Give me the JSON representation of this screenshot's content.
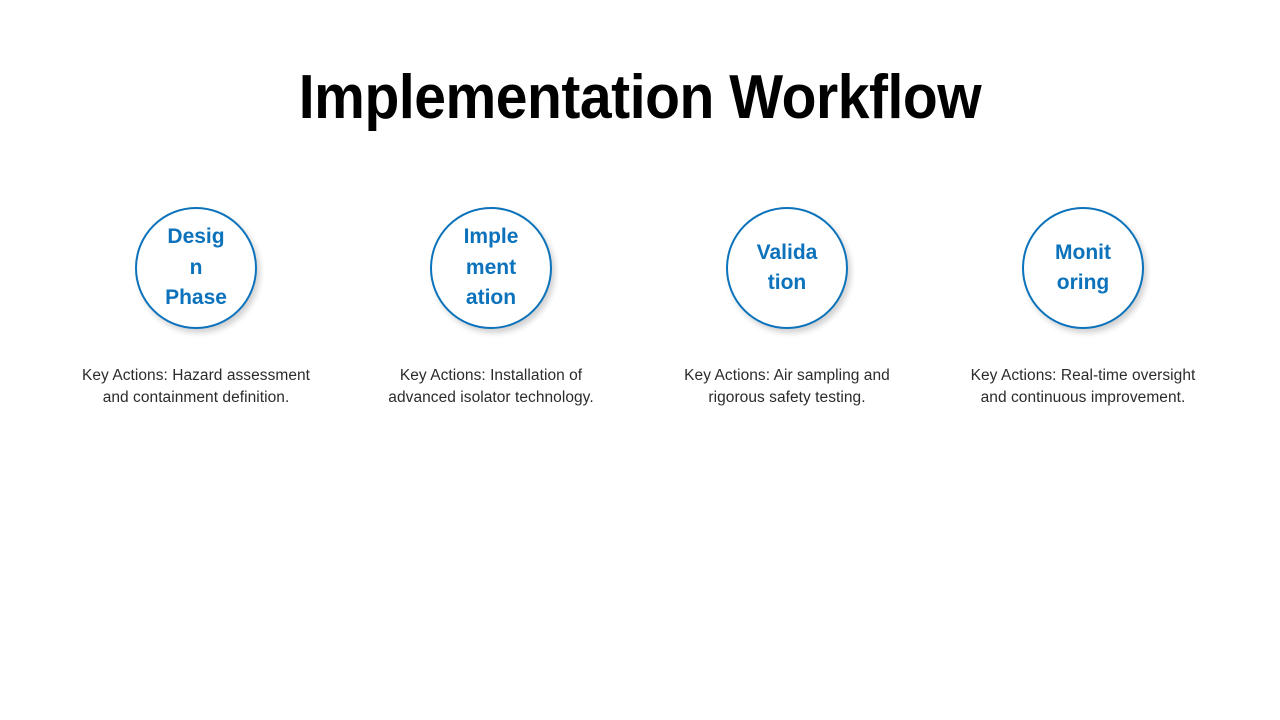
{
  "slide": {
    "title": "Implementation Workflow",
    "background_color": "#ffffff",
    "accent_color": "#0b72bb",
    "caption_color": "#2b2b2b",
    "title_color": "#000000"
  },
  "chart_data": {
    "type": "diagram",
    "diagram_kind": "linear-process-flow",
    "title": "Implementation Workflow",
    "direction": "left-to-right",
    "node_shape": "circle",
    "connector": "arrow",
    "steps": [
      {
        "index": 1,
        "label": "Design Phase",
        "wrapped_lines": [
          "Desig",
          "n",
          "Phase"
        ],
        "caption": "Key Actions: Hazard assessment and containment definition."
      },
      {
        "index": 2,
        "label": "Implementation",
        "wrapped_lines": [
          "Imple",
          "ment",
          "ation"
        ],
        "caption": "Key Actions: Installation of advanced isolator technology."
      },
      {
        "index": 3,
        "label": "Validation",
        "wrapped_lines": [
          "Valida",
          "tion"
        ],
        "caption": "Key Actions: Air sampling and rigorous safety testing."
      },
      {
        "index": 4,
        "label": "Monitoring",
        "wrapped_lines": [
          "Monit",
          "oring"
        ],
        "caption": "Key Actions: Real-time oversight and continuous improvement."
      }
    ],
    "arrows": [
      {
        "from": 1,
        "to": 2
      },
      {
        "from": 2,
        "to": 3
      },
      {
        "from": 3,
        "to": 4
      }
    ]
  },
  "steps": [
    {
      "line1": "Desig",
      "line2": "n",
      "line3": "Phase",
      "caption": "Key Actions: Hazard assessment and containment definition."
    },
    {
      "line1": "Imple",
      "line2": "ment",
      "line3": "ation",
      "caption": "Key Actions: Installation of advanced isolator technology."
    },
    {
      "line1": "Valida",
      "line2": "tion",
      "caption": "Key Actions: Air sampling and rigorous safety testing."
    },
    {
      "line1": "Monit",
      "line2": "oring",
      "caption": "Key Actions: Real-time oversight and continuous improvement."
    }
  ],
  "icons": {
    "arrow": "arrow-right-icon"
  }
}
